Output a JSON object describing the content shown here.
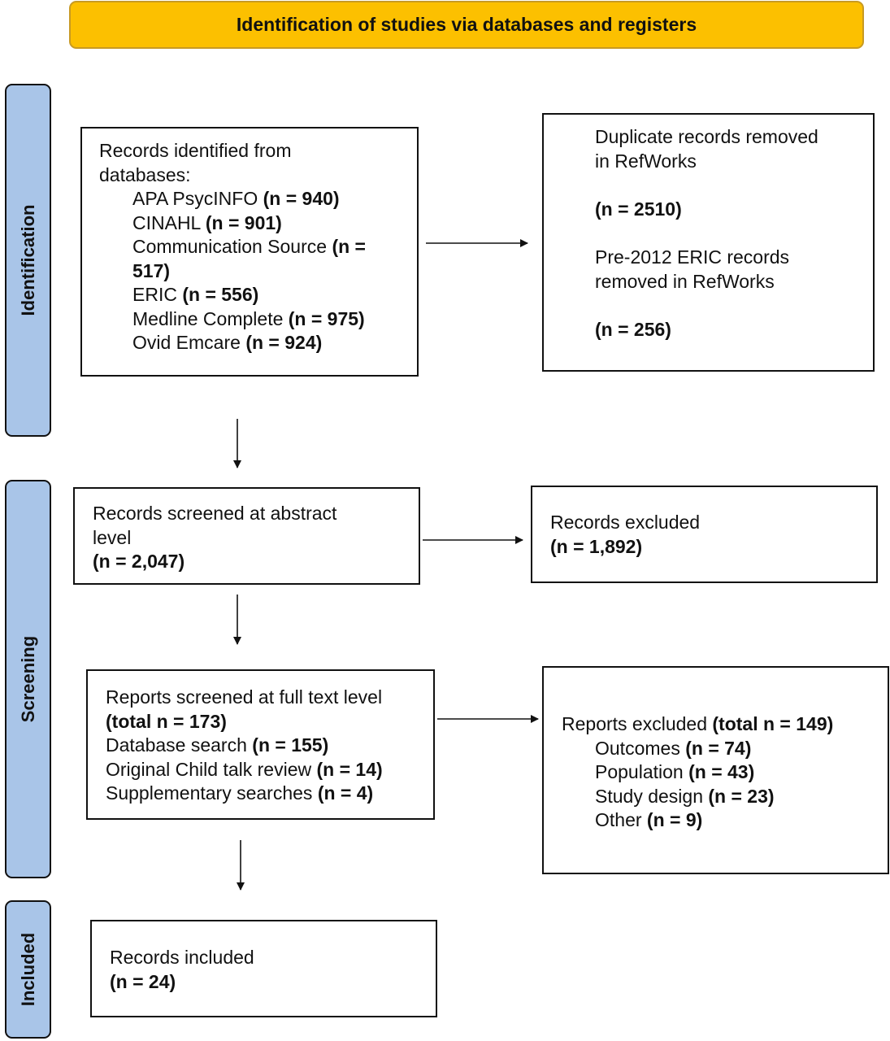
{
  "header": {
    "title": "Identification of studies via databases and registers"
  },
  "stages": {
    "identification": "Identification",
    "screening": "Screening",
    "included": "Included"
  },
  "identified": {
    "intro1": "Records identified from",
    "intro2": "databases:",
    "items": [
      {
        "label": "APA PsycINFO ",
        "n": "(n = 940)"
      },
      {
        "label": "CINAHL ",
        "n": "(n = 901)"
      },
      {
        "label": "Communication Source ",
        "n": "(n =",
        "n2": "517)"
      },
      {
        "label": "ERIC ",
        "n": "(n = 556)"
      },
      {
        "label": "Medline Complete ",
        "n": "(n = 975)"
      },
      {
        "label": "Ovid Emcare ",
        "n": "(n = 924)"
      }
    ]
  },
  "removed": {
    "dup1": "Duplicate records removed",
    "dup2": "in RefWorks",
    "dup_n": "(n = 2510)",
    "eric1": "Pre-2012 ERIC records",
    "eric2": "removed in RefWorks",
    "eric_n": "(n = 256)"
  },
  "screened": {
    "line1": "Records screened at abstract",
    "line2": "level",
    "n": "(n = 2,047)"
  },
  "excluded": {
    "line1": "Records excluded",
    "n": "(n = 1,892)"
  },
  "fulltext": {
    "line1": "Reports screened at full text level",
    "total": "(total n = 173)",
    "items": [
      {
        "label": "Database search ",
        "n": "(n = 155)"
      },
      {
        "label": "Original Child talk review ",
        "n": "(n = 14)"
      },
      {
        "label": "Supplementary searches ",
        "n": "(n = 4)"
      }
    ]
  },
  "reports_excluded": {
    "label": "Reports excluded ",
    "total": "(total n = 149)",
    "items": [
      {
        "label": "Outcomes ",
        "n": "(n = 74)"
      },
      {
        "label": "Population ",
        "n": "(n = 43)"
      },
      {
        "label": "Study design ",
        "n": "(n = 23)"
      },
      {
        "label": "Other ",
        "n": "(n = 9)"
      }
    ]
  },
  "included": {
    "line1": "Records included",
    "n": "(n = 24)"
  }
}
